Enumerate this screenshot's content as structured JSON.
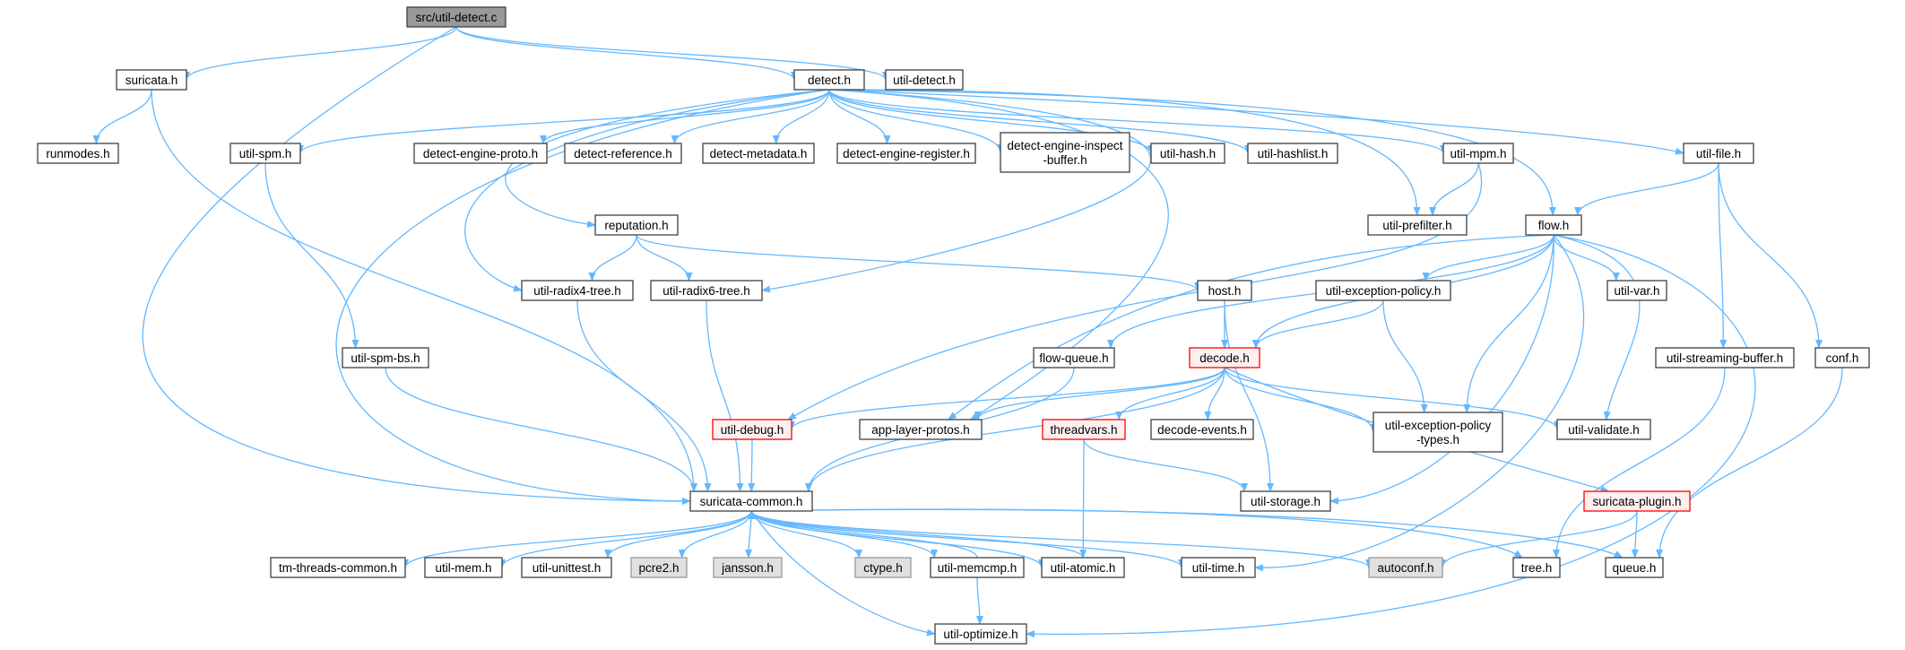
{
  "colors": {
    "edge": "#63b8ff",
    "node_fill": "#ffffff",
    "node_border": "#404040",
    "root_fill": "#999999",
    "system_fill": "#e0e0e0",
    "system_border": "#999999",
    "truncated_fill": "#fff0f0",
    "truncated_border": "#ff0000"
  },
  "nodes": [
    {
      "id": "src_util_detect_c",
      "label": "src/util-detect.c",
      "style": "root"
    },
    {
      "id": "suricata_h",
      "label": "suricata.h",
      "style": "normal"
    },
    {
      "id": "detect_h",
      "label": "detect.h",
      "style": "normal"
    },
    {
      "id": "util_detect_h",
      "label": "util-detect.h",
      "style": "normal"
    },
    {
      "id": "runmodes_h",
      "label": "runmodes.h",
      "style": "normal"
    },
    {
      "id": "util_spm_h",
      "label": "util-spm.h",
      "style": "normal"
    },
    {
      "id": "detect_engine_proto_h",
      "label": "detect-engine-proto.h",
      "style": "normal"
    },
    {
      "id": "detect_reference_h",
      "label": "detect-reference.h",
      "style": "normal"
    },
    {
      "id": "detect_metadata_h",
      "label": "detect-metadata.h",
      "style": "normal"
    },
    {
      "id": "detect_engine_register_h",
      "label": "detect-engine-register.h",
      "style": "normal"
    },
    {
      "id": "detect_engine_inspect_buffer_h",
      "label": [
        "detect-engine-inspect",
        "-buffer.h"
      ],
      "style": "normal"
    },
    {
      "id": "util_hash_h",
      "label": "util-hash.h",
      "style": "normal"
    },
    {
      "id": "util_hashlist_h",
      "label": "util-hashlist.h",
      "style": "normal"
    },
    {
      "id": "util_mpm_h",
      "label": "util-mpm.h",
      "style": "normal"
    },
    {
      "id": "util_file_h",
      "label": "util-file.h",
      "style": "normal"
    },
    {
      "id": "reputation_h",
      "label": "reputation.h",
      "style": "normal"
    },
    {
      "id": "util_prefilter_h",
      "label": "util-prefilter.h",
      "style": "normal"
    },
    {
      "id": "flow_h",
      "label": "flow.h",
      "style": "normal"
    },
    {
      "id": "util_radix4_tree_h",
      "label": "util-radix4-tree.h",
      "style": "normal"
    },
    {
      "id": "util_radix6_tree_h",
      "label": "util-radix6-tree.h",
      "style": "normal"
    },
    {
      "id": "host_h",
      "label": "host.h",
      "style": "normal"
    },
    {
      "id": "util_exception_policy_h",
      "label": "util-exception-policy.h",
      "style": "normal"
    },
    {
      "id": "util_var_h",
      "label": "util-var.h",
      "style": "normal"
    },
    {
      "id": "util_spm_bs_h",
      "label": "util-spm-bs.h",
      "style": "normal"
    },
    {
      "id": "flow_queue_h",
      "label": "flow-queue.h",
      "style": "normal"
    },
    {
      "id": "decode_h",
      "label": "decode.h",
      "style": "truncated"
    },
    {
      "id": "util_streaming_buffer_h",
      "label": "util-streaming-buffer.h",
      "style": "normal"
    },
    {
      "id": "conf_h",
      "label": "conf.h",
      "style": "normal"
    },
    {
      "id": "util_debug_h",
      "label": "util-debug.h",
      "style": "truncated"
    },
    {
      "id": "app_layer_protos_h",
      "label": "app-layer-protos.h",
      "style": "normal"
    },
    {
      "id": "threadvars_h",
      "label": "threadvars.h",
      "style": "truncated"
    },
    {
      "id": "decode_events_h",
      "label": "decode-events.h",
      "style": "normal"
    },
    {
      "id": "util_exception_policy_types_h",
      "label": [
        "util-exception-policy",
        "-types.h"
      ],
      "style": "normal"
    },
    {
      "id": "util_validate_h",
      "label": "util-validate.h",
      "style": "normal"
    },
    {
      "id": "suricata_common_h",
      "label": "suricata-common.h",
      "style": "normal"
    },
    {
      "id": "util_storage_h",
      "label": "util-storage.h",
      "style": "normal"
    },
    {
      "id": "suricata_plugin_h",
      "label": "suricata-plugin.h",
      "style": "truncated"
    },
    {
      "id": "tm_threads_common_h",
      "label": "tm-threads-common.h",
      "style": "normal"
    },
    {
      "id": "util_mem_h",
      "label": "util-mem.h",
      "style": "normal"
    },
    {
      "id": "util_unittest_h",
      "label": "util-unittest.h",
      "style": "normal"
    },
    {
      "id": "pcre2_h",
      "label": "pcre2.h",
      "style": "system"
    },
    {
      "id": "jansson_h",
      "label": "jansson.h",
      "style": "system"
    },
    {
      "id": "ctype_h",
      "label": "ctype.h",
      "style": "system"
    },
    {
      "id": "util_memcmp_h",
      "label": "util-memcmp.h",
      "style": "normal"
    },
    {
      "id": "util_atomic_h",
      "label": "util-atomic.h",
      "style": "normal"
    },
    {
      "id": "util_time_h",
      "label": "util-time.h",
      "style": "normal"
    },
    {
      "id": "autoconf_h",
      "label": "autoconf.h",
      "style": "system"
    },
    {
      "id": "tree_h",
      "label": "tree.h",
      "style": "normal"
    },
    {
      "id": "queue_h",
      "label": "queue.h",
      "style": "normal"
    },
    {
      "id": "util_optimize_h",
      "label": "util-optimize.h",
      "style": "normal"
    }
  ],
  "edges": [
    {
      "from": "src_util_detect_c",
      "to": "suricata_h"
    },
    {
      "from": "src_util_detect_c",
      "to": "detect_h"
    },
    {
      "from": "src_util_detect_c",
      "to": "util_detect_h"
    },
    {
      "from": "src_util_detect_c",
      "to": "suricata_common_h"
    },
    {
      "from": "suricata_h",
      "to": "runmodes_h"
    },
    {
      "from": "suricata_h",
      "to": "suricata_common_h"
    },
    {
      "from": "detect_h",
      "to": "suricata_common_h"
    },
    {
      "from": "detect_h",
      "to": "util_spm_h"
    },
    {
      "from": "detect_h",
      "to": "detect_engine_proto_h"
    },
    {
      "from": "detect_h",
      "to": "detect_reference_h"
    },
    {
      "from": "detect_h",
      "to": "detect_metadata_h"
    },
    {
      "from": "detect_h",
      "to": "detect_engine_register_h"
    },
    {
      "from": "detect_h",
      "to": "detect_engine_inspect_buffer_h"
    },
    {
      "from": "detect_h",
      "to": "util_hash_h"
    },
    {
      "from": "detect_h",
      "to": "util_hashlist_h"
    },
    {
      "from": "detect_h",
      "to": "util_mpm_h"
    },
    {
      "from": "detect_h",
      "to": "util_file_h"
    },
    {
      "from": "detect_h",
      "to": "reputation_h"
    },
    {
      "from": "detect_h",
      "to": "util_prefilter_h"
    },
    {
      "from": "detect_h",
      "to": "flow_h"
    },
    {
      "from": "detect_h",
      "to": "util_radix4_tree_h"
    },
    {
      "from": "detect_h",
      "to": "util_radix6_tree_h"
    },
    {
      "from": "detect_h",
      "to": "app_layer_protos_h"
    },
    {
      "from": "util_spm_h",
      "to": "util_spm_bs_h"
    },
    {
      "from": "util_spm_bs_h",
      "to": "suricata_common_h"
    },
    {
      "from": "util_mpm_h",
      "to": "util_prefilter_h"
    },
    {
      "from": "util_mpm_h",
      "to": "util_debug_h"
    },
    {
      "from": "util_file_h",
      "to": "flow_h"
    },
    {
      "from": "util_file_h",
      "to": "util_streaming_buffer_h"
    },
    {
      "from": "util_file_h",
      "to": "conf_h"
    },
    {
      "from": "reputation_h",
      "to": "util_radix4_tree_h"
    },
    {
      "from": "reputation_h",
      "to": "util_radix6_tree_h"
    },
    {
      "from": "reputation_h",
      "to": "host_h"
    },
    {
      "from": "util_radix4_tree_h",
      "to": "suricata_common_h"
    },
    {
      "from": "util_radix6_tree_h",
      "to": "suricata_common_h"
    },
    {
      "from": "flow_h",
      "to": "decode_h"
    },
    {
      "from": "flow_h",
      "to": "util_exception_policy_h"
    },
    {
      "from": "flow_h",
      "to": "util_var_h"
    },
    {
      "from": "flow_h",
      "to": "flow_queue_h"
    },
    {
      "from": "flow_h",
      "to": "app_layer_protos_h"
    },
    {
      "from": "flow_h",
      "to": "util_exception_policy_types_h"
    },
    {
      "from": "flow_h",
      "to": "util_validate_h"
    },
    {
      "from": "flow_h",
      "to": "util_storage_h"
    },
    {
      "from": "flow_h",
      "to": "util_time_h"
    },
    {
      "from": "flow_h",
      "to": "util_optimize_h"
    },
    {
      "from": "host_h",
      "to": "decode_h"
    },
    {
      "from": "host_h",
      "to": "util_storage_h"
    },
    {
      "from": "util_exception_policy_h",
      "to": "decode_h"
    },
    {
      "from": "util_exception_policy_h",
      "to": "util_exception_policy_types_h"
    },
    {
      "from": "flow_queue_h",
      "to": "suricata_common_h"
    },
    {
      "from": "decode_h",
      "to": "suricata_common_h"
    },
    {
      "from": "decode_h",
      "to": "util_debug_h"
    },
    {
      "from": "decode_h",
      "to": "app_layer_protos_h"
    },
    {
      "from": "decode_h",
      "to": "threadvars_h"
    },
    {
      "from": "decode_h",
      "to": "decode_events_h"
    },
    {
      "from": "decode_h",
      "to": "util_exception_policy_types_h"
    },
    {
      "from": "decode_h",
      "to": "util_validate_h"
    },
    {
      "from": "decode_h",
      "to": "suricata_plugin_h"
    },
    {
      "from": "util_streaming_buffer_h",
      "to": "tree_h"
    },
    {
      "from": "conf_h",
      "to": "queue_h"
    },
    {
      "from": "util_debug_h",
      "to": "suricata_common_h"
    },
    {
      "from": "threadvars_h",
      "to": "util_storage_h"
    },
    {
      "from": "threadvars_h",
      "to": "util_atomic_h"
    },
    {
      "from": "suricata_plugin_h",
      "to": "autoconf_h"
    },
    {
      "from": "suricata_plugin_h",
      "to": "queue_h"
    },
    {
      "from": "suricata_common_h",
      "to": "tm_threads_common_h"
    },
    {
      "from": "suricata_common_h",
      "to": "util_mem_h"
    },
    {
      "from": "suricata_common_h",
      "to": "util_unittest_h"
    },
    {
      "from": "suricata_common_h",
      "to": "pcre2_h"
    },
    {
      "from": "suricata_common_h",
      "to": "jansson_h"
    },
    {
      "from": "suricata_common_h",
      "to": "ctype_h"
    },
    {
      "from": "suricata_common_h",
      "to": "util_memcmp_h"
    },
    {
      "from": "suricata_common_h",
      "to": "util_atomic_h"
    },
    {
      "from": "suricata_common_h",
      "to": "util_time_h"
    },
    {
      "from": "suricata_common_h",
      "to": "autoconf_h"
    },
    {
      "from": "suricata_common_h",
      "to": "tree_h"
    },
    {
      "from": "suricata_common_h",
      "to": "queue_h"
    },
    {
      "from": "suricata_common_h",
      "to": "util_optimize_h"
    },
    {
      "from": "util_memcmp_h",
      "to": "suricata_common_h"
    },
    {
      "from": "util_memcmp_h",
      "to": "util_optimize_h"
    },
    {
      "from": "util_atomic_h",
      "to": "suricata_common_h"
    }
  ]
}
